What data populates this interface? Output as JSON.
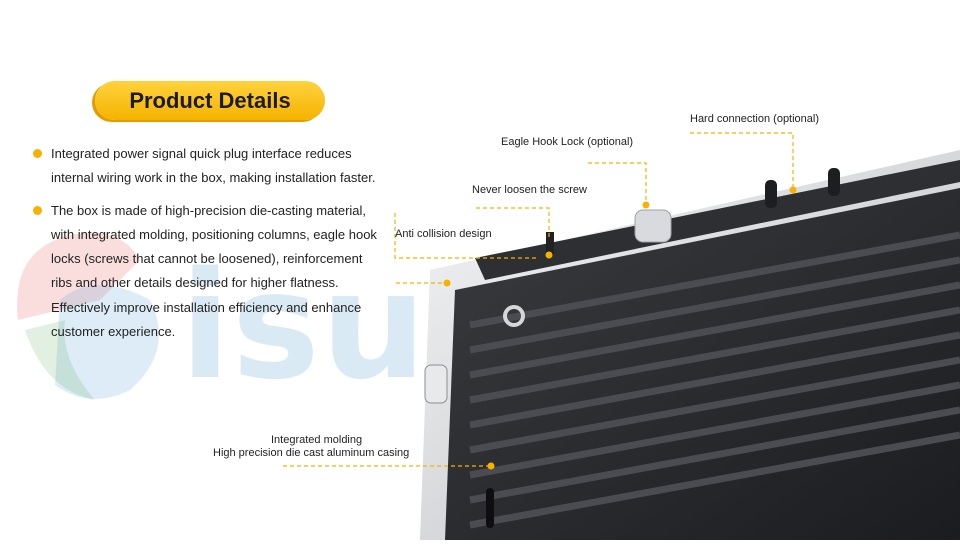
{
  "header": {
    "title": "Product Details"
  },
  "bullets": [
    {
      "text": "Integrated power signal quick plug interface reduces internal wiring work in the box, making installation faster."
    },
    {
      "text": "The box is made of high-precision die-casting material, with integrated molding, positioning columns, eagle hook locks (screws that cannot be loosened), reinforcement ribs and other details designed for higher flatness. Effectively improve installation efficiency and enhance customer experience."
    }
  ],
  "callouts": {
    "hard_connection": "Hard connection (optional)",
    "eagle_hook": "Eagle Hook Lock (optional)",
    "never_loosen": "Never loosen the screw",
    "anti_collision": "Anti collision design",
    "integrated_molding": "Integrated molding",
    "die_cast": "High precision die cast aluminum casing"
  },
  "watermark": {
    "text": "isualPower"
  },
  "colors": {
    "accent": "#f5b300",
    "watermark": "#56a0d2",
    "casing": "#2a2c30"
  }
}
